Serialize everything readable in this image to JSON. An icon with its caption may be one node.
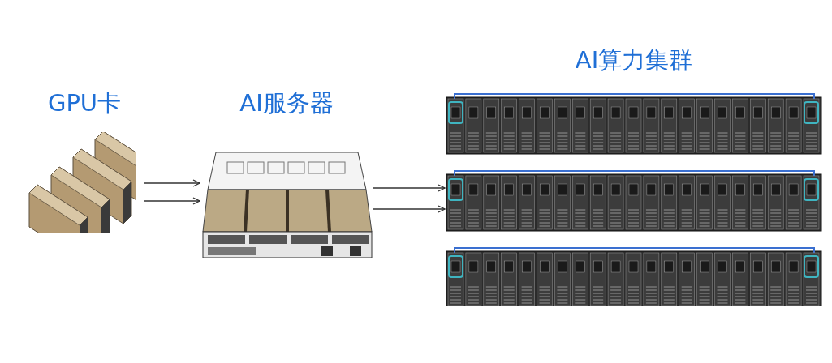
{
  "diagram": {
    "nodes": [
      {
        "text": [
          "GPU卡"
        ]
      },
      {
        "text": [
          "AI服务器"
        ]
      },
      {
        "text": [
          "AI算力集群"
        ]
      }
    ],
    "edges": [
      {
        "from": 0,
        "to": 1,
        "arrow": "to"
      },
      {
        "from": 0,
        "to": 1,
        "arrow": "to"
      },
      {
        "from": 1,
        "to": 2,
        "arrow": "to"
      },
      {
        "from": 1,
        "to": 2,
        "arrow": "to"
      }
    ]
  }
}
